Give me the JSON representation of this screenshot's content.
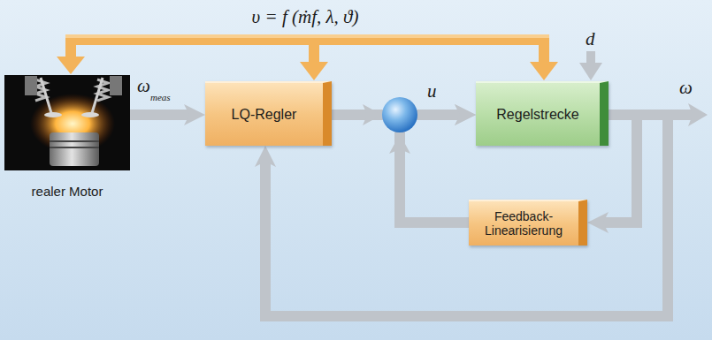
{
  "diagram": {
    "nodes": [
      {
        "text": [
          "realer Motor"
        ]
      },
      {
        "text": [
          "LQ-Regler"
        ]
      },
      {
        "text": [
          "Regelstrecke"
        ]
      },
      {
        "text": [
          "Feedback- Linearisierung"
        ]
      }
    ],
    "edges": [
      {
        "from": 0,
        "to": 1,
        "arrow": "to"
      },
      {
        "from": 1,
        "to": 2,
        "arrow": "to"
      },
      {
        "from": 3,
        "to": 2,
        "arrow": "to"
      },
      {
        "from": 2,
        "to": 3,
        "arrow": "to"
      },
      {
        "from": 2,
        "to": 1,
        "arrow": "to"
      }
    ],
    "labels": [
      "υ = f (ṁf, λ, ϑ)",
      "d",
      "ω",
      "meas",
      "u",
      "ω"
    ]
  }
}
